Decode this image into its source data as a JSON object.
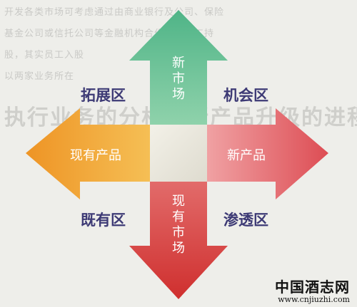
{
  "background_text": {
    "lines": [
      "开发各类市场可考虑通过由商业银行及公司、保险",
      "基金公司或信托公司等金融机构合作推动员工持",
      "股，其实员工入股",
      "以两家业务所在"
    ],
    "big_line": "执行业务的分析与新产品升级的进程"
  },
  "arrows": {
    "up": "新市场",
    "down": "现有市场",
    "left": "现有产品",
    "right": "新产品"
  },
  "quadrants": {
    "top_left": "拓展区",
    "top_right": "机会区",
    "bottom_left": "既有区",
    "bottom_right": "渗透区"
  },
  "watermark": {
    "name": "中国酒志网",
    "url": "www.cnjiuzhi.com"
  },
  "colors": {
    "up": "#5bb98c",
    "down": "#d63a37",
    "left": "#f0a02a",
    "right": "#e45a5f",
    "label": "#3d3a75"
  }
}
